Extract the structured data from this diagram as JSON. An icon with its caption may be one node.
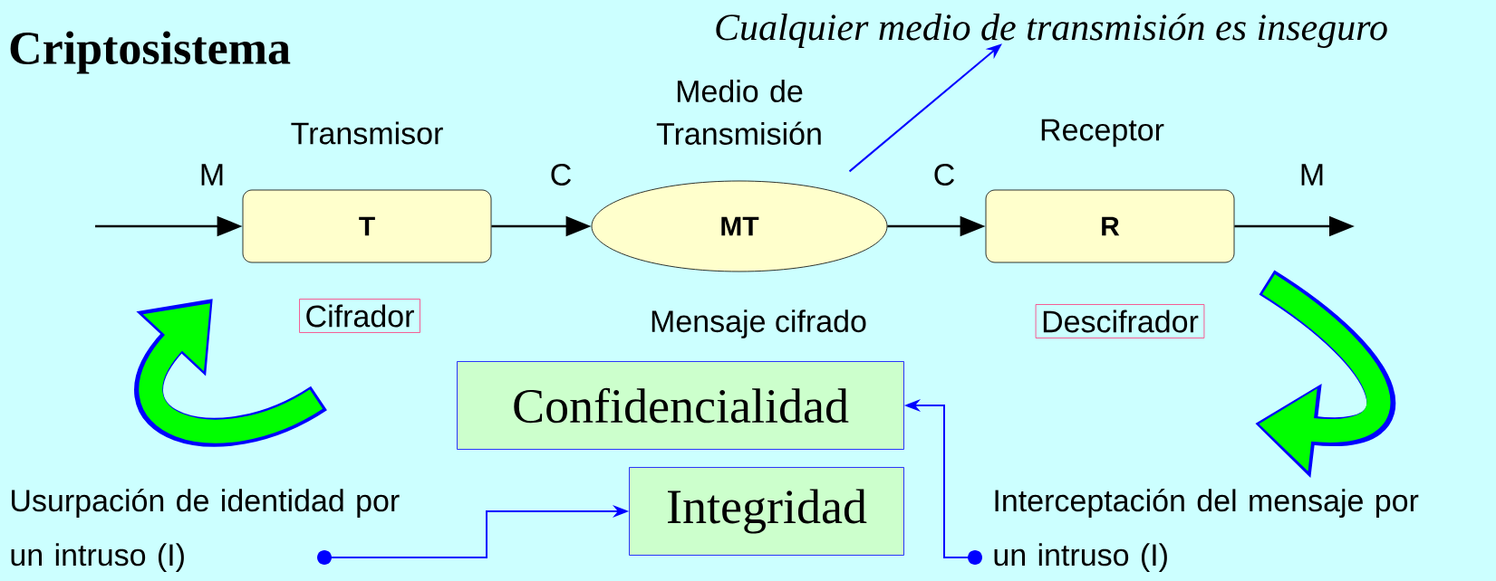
{
  "diagram": {
    "title": "Criptosistema",
    "nodes": [
      {
        "text": [
          "Cualquier medio de transmisión es inseguro"
        ]
      },
      {
        "text": [
          "Transmisor",
          "T"
        ]
      },
      {
        "text": [
          "Medio de Transmisión",
          "MT"
        ],
        "beside": [
          "Mensaje cifrado"
        ]
      },
      {
        "text": [
          "Receptor",
          "R"
        ]
      },
      {
        "text": [
          "Cifrador"
        ]
      },
      {
        "text": [
          "Descifrador"
        ]
      },
      {
        "text": [
          "Confidencialidad"
        ]
      },
      {
        "text": [
          "Usurpación de identidad por un intruso (I)"
        ]
      },
      {
        "text": [
          "Integridad"
        ]
      },
      {
        "text": [
          "Interceptación del mensaje por un intruso (I)"
        ]
      }
    ],
    "edges": [
      {
        "from": null,
        "to": 1,
        "arrow": "to",
        "label": "M"
      },
      {
        "from": 1,
        "to": 2,
        "arrow": "to",
        "label": "C"
      },
      {
        "from": 2,
        "to": 3,
        "arrow": "to",
        "label": "C"
      },
      {
        "from": 3,
        "to": null,
        "arrow": "to",
        "label": "M"
      },
      {
        "from": 2,
        "to": 0,
        "arrow": "to",
        "color": "#0000ff"
      },
      {
        "from": 7,
        "to": 8,
        "arrow": "to",
        "color": "#0000ff"
      },
      {
        "from": 9,
        "to": 6,
        "arrow": "to",
        "color": "#0000ff"
      }
    ]
  }
}
